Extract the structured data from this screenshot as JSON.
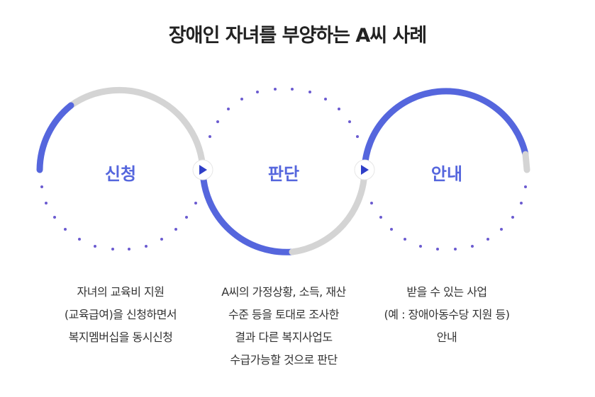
{
  "title": "장애인 자녀를 부양하는 A씨 사례",
  "colors": {
    "accent": "#5566dd",
    "track": "#d4d4d4",
    "dots": "#6b5bd0",
    "arrow": "#2f3fc8"
  },
  "steps": [
    {
      "label": "신청",
      "lines": [
        "자녀의 교육비 지원",
        "(교육급여)을 신청하면서",
        "복지멤버십을 동시신청"
      ]
    },
    {
      "label": "판단",
      "lines": [
        "A씨의 가정상황, 소득, 재산",
        "수준 등을 토대로 조사한",
        "결과 다른 복지사업도",
        "수급가능할 것으로 판단"
      ]
    },
    {
      "label": "안내",
      "lines": [
        "받을 수 있는 사업",
        "(예 : 장애아동수당 지원 등)",
        "안내"
      ]
    }
  ],
  "connector_icon": "chevron-right-icon"
}
